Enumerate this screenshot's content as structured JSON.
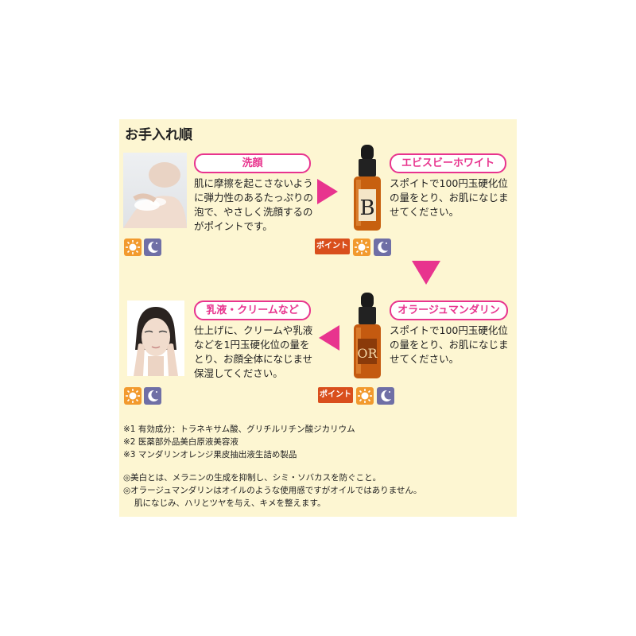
{
  "title": "お手入れ順",
  "steps": {
    "wash": {
      "label": "洗顔",
      "desc": "肌に摩擦を起こさないように弾力性のあるたっぷりの泡で、やさしく洗顔するのがポイントです。"
    },
    "b": {
      "label": "エビスビーホワイト",
      "desc": "スポイトで100円玉硬化位の量をとり、お肌になじませてください。",
      "point": "ポイント",
      "bottle_letter": "B"
    },
    "cream": {
      "label": "乳液・クリームなど",
      "desc": "仕上げに、クリームや乳液などを1円玉硬化位の量をとり、お顔全体になじませ保湿してください。"
    },
    "or": {
      "label": "オラージュマンダリン",
      "desc": "スポイトで100円玉硬化位の量をとり、お肌になじませてください。",
      "point": "ポイント",
      "bottle_letter": "OR"
    }
  },
  "notes": {
    "n1": "※1  有効成分：トラネキサム酸、グリチルリチン酸ジカリウム",
    "n2": "※2  医薬部外品美白原液美容液",
    "n3": "※3  マンダリンオレンジ果皮抽出液生詰め製品",
    "m1": "◎美白とは、メラニンの生成を抑制し、シミ・ソバカスを防ぐこと。",
    "m2": "◎オラージュマンダリンはオイルのような使用感ですがオイルではありません。",
    "m3": "肌になじみ、ハリとツヤを与え、キメを整えます。"
  },
  "colors": {
    "accent": "#e8348e",
    "sun": "#f29a2e",
    "moon": "#6f6fa6",
    "point": "#d94f1d",
    "panel": "#fdf6d2"
  },
  "icons": [
    "sun-icon",
    "moon-icon",
    "arrow-right-icon",
    "arrow-down-icon",
    "arrow-left-icon"
  ]
}
